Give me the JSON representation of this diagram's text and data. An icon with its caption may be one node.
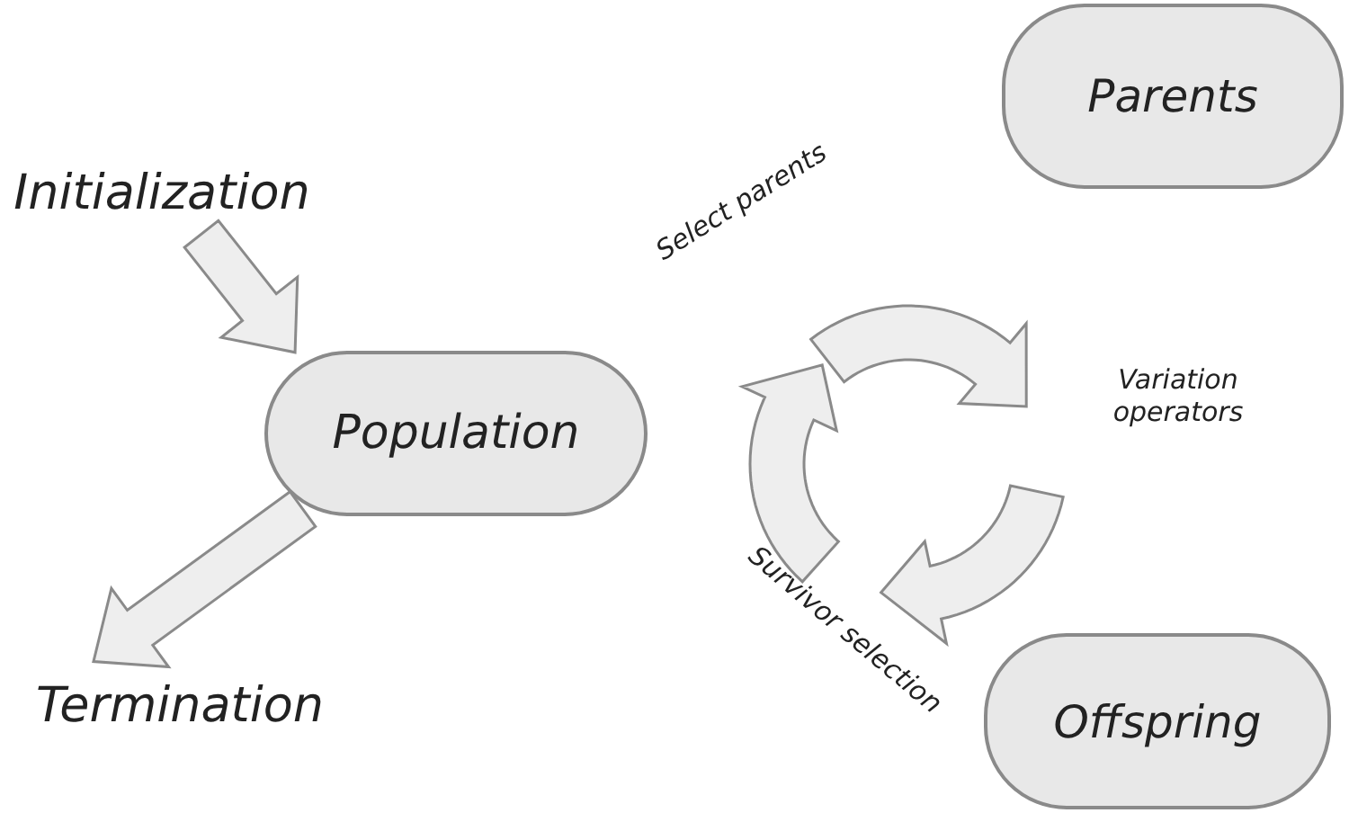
{
  "diagram": {
    "nodes": [
      {
        "text": [
          "Initialization"
        ]
      },
      {
        "text": [
          "Population"
        ]
      },
      {
        "text": [
          "Termination"
        ]
      },
      {
        "text": [
          "Parents"
        ]
      },
      {
        "text": [
          "Offspring"
        ]
      }
    ],
    "edges": [
      {
        "from": 0,
        "to": 1,
        "arrow": "to"
      },
      {
        "from": 1,
        "to": 2,
        "arrow": "to"
      }
    ],
    "labels": [
      "Select parents",
      "Variation operators",
      "Survivor selection"
    ]
  }
}
